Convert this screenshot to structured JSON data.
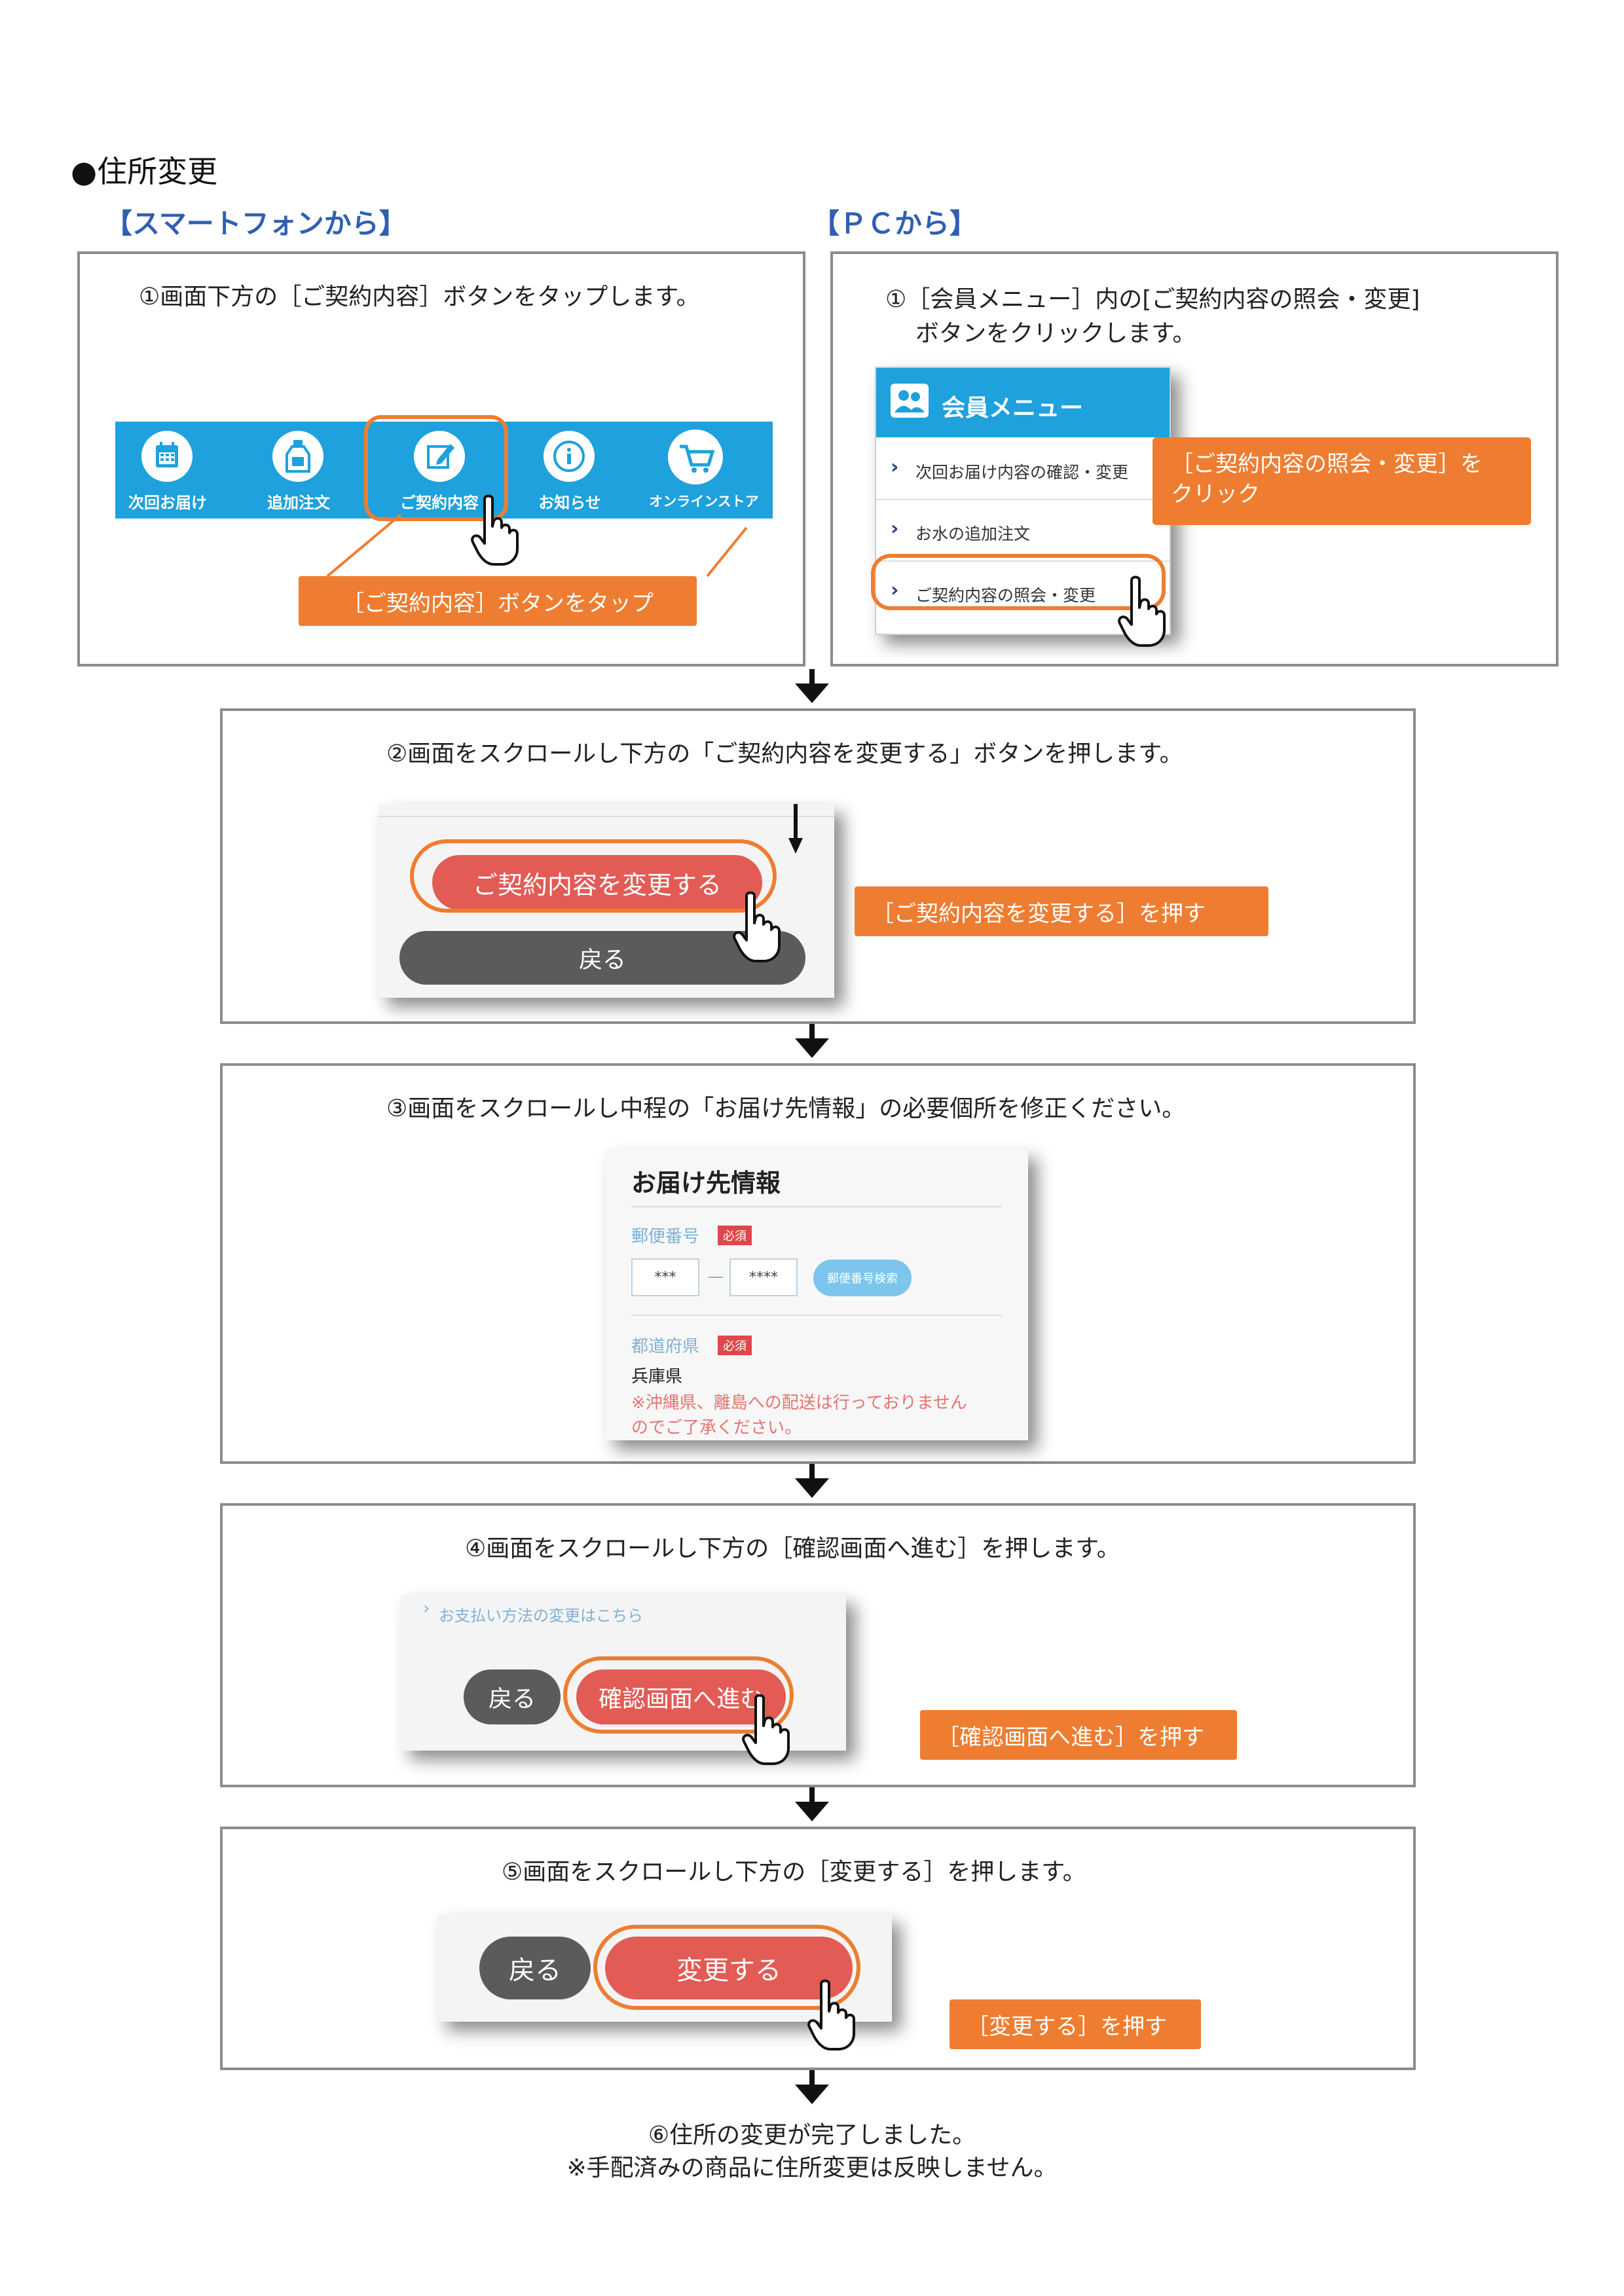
{
  "header": {
    "title": "●住所変更"
  },
  "smartphone": {
    "heading": "【スマートフォンから】",
    "instruction": "①画面下方の［ご契約内容］ボタンをタップします。",
    "tabs": [
      "次回お届け",
      "追加注文",
      "ご契約内容",
      "お知らせ",
      "オンラインストア"
    ],
    "callout": "［ご契約内容］ボタンをタップ"
  },
  "pc": {
    "heading": "【ＰＣから】",
    "instruction_line1": "①［会員メニュー］内の[ご契約内容の照会・変更]",
    "instruction_line2": "ボタンをクリックします。",
    "menu_title": "会員メニュー",
    "menu_items": [
      "次回お届け内容の確認・変更",
      "お水の追加注文",
      "ご契約内容の照会・変更"
    ],
    "callout_line1": "［ご契約内容の照会・変更］を",
    "callout_line2": "クリック"
  },
  "step2": {
    "instruction": "②画面をスクロールし下方の「ご契約内容を変更する」ボタンを押します。",
    "change_button": "ご契約内容を変更する",
    "back_button": "戻る",
    "callout": "［ご契約内容を変更する］を押す"
  },
  "step3": {
    "instruction": "③画面をスクロールし中程の「お届け先情報」の必要個所を修正ください。",
    "section_title": "お届け先情報",
    "postal_label": "郵便番号",
    "required_badge": "必須",
    "postal1_placeholder": "***",
    "postal2_placeholder": "****",
    "postal_search": "郵便番号検索",
    "pref_label": "都道府県",
    "pref_value": "兵庫県",
    "note_line1": "※沖縄県、離島への配送は行っておりません",
    "note_line2": "のでご了承ください。"
  },
  "step4": {
    "instruction": "④画面をスクロールし下方の［確認画面へ進む］を押します。",
    "link": "お支払い方法の変更はこちら",
    "back_button": "戻る",
    "confirm_button": "確認画面へ進む",
    "callout": "［確認画面へ進む］を押す"
  },
  "step5": {
    "instruction": "⑤画面をスクロールし下方の［変更する］を押します。",
    "back_button": "戻る",
    "change_button": "変更する",
    "callout": "［変更する］を押す"
  },
  "step6": {
    "line1": "⑥住所の変更が完了しました。",
    "line2": "※手配済みの商品に住所変更は反映しません。"
  },
  "colors": {
    "accent": "#ee7d31",
    "brand_blue": "#1ea1dc",
    "heading_blue": "#2f5fb3",
    "button_red": "#e35b55",
    "button_gray": "#5b5b5b"
  }
}
